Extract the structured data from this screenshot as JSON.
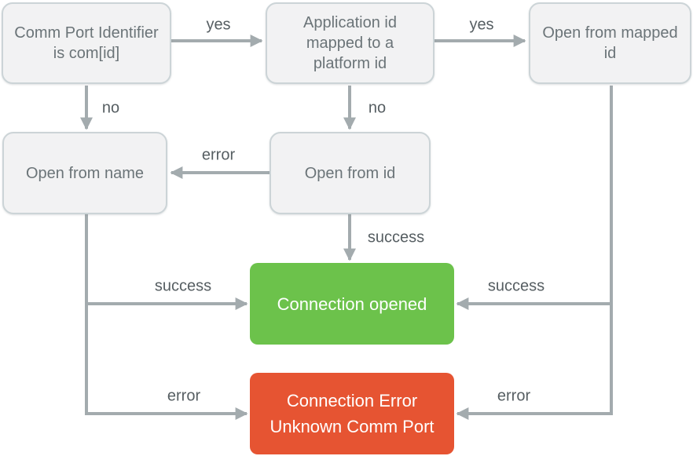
{
  "diagram": {
    "nodes": {
      "comm_port_identifier": {
        "line1": "Comm Port Identifier",
        "line2": "is com[id]"
      },
      "application_id_mapped": {
        "line1": "Application id",
        "line2": "mapped to a",
        "line3": "platform id"
      },
      "open_from_mapped_id": {
        "line1": "Open from mapped",
        "line2": "id"
      },
      "open_from_name": {
        "line1": "Open from name"
      },
      "open_from_id": {
        "line1": "Open from id"
      },
      "connection_opened": {
        "line1": "Connection opened"
      },
      "connection_error": {
        "line1": "Connection Error",
        "line2": "Unknown Comm Port"
      }
    },
    "edge_labels": {
      "yes_top_left": "yes",
      "yes_top_right": "yes",
      "no_left": "no",
      "no_center": "no",
      "error_center": "error",
      "success_center": "success",
      "success_left": "success",
      "error_left": "error",
      "success_right": "success",
      "error_right": "error"
    },
    "colors": {
      "node_fill": "#f2f2f3",
      "node_border": "#ccd4d7",
      "node_text": "#6b7478",
      "edge": "#a3abae",
      "edge_label_text": "#565e62",
      "success_fill": "#6cc24b",
      "error_fill": "#e65432",
      "result_text": "#ffffff"
    }
  }
}
